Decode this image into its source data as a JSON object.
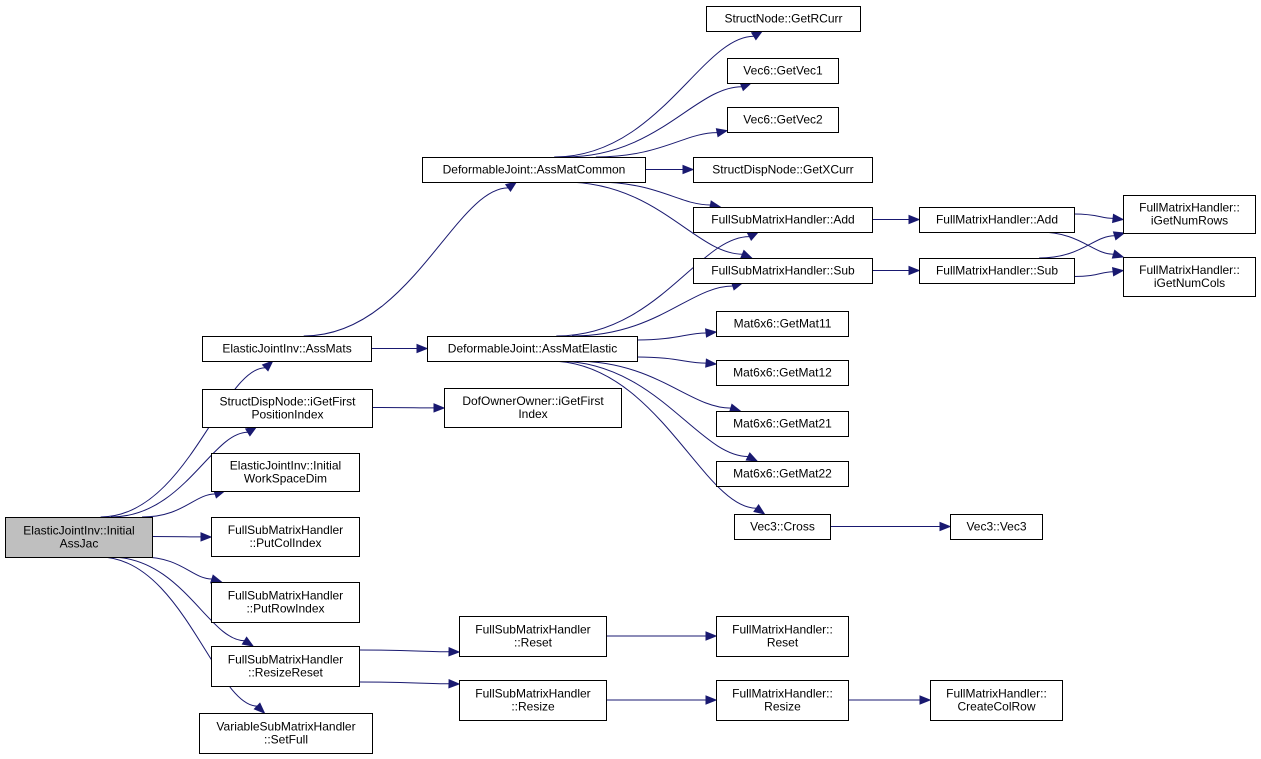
{
  "colors": {
    "edge": "#191970",
    "node_fill": "#ffffff",
    "root_fill": "#bfbfbf",
    "border": "#000000"
  },
  "nodes": {
    "n_root": {
      "lines": [
        "ElasticJointInv::Initial",
        "AssJac"
      ],
      "root": true
    },
    "n_assmats": {
      "lines": [
        "ElasticJointInv::AssMats"
      ]
    },
    "n_sdn_igfpi": {
      "lines": [
        "StructDispNode::iGetFirst",
        "PositionIndex"
      ]
    },
    "n_iwsd": {
      "lines": [
        "ElasticJointInv::Initial",
        "WorkSpaceDim"
      ]
    },
    "n_fsmh_pci": {
      "lines": [
        "FullSubMatrixHandler",
        "::PutColIndex"
      ]
    },
    "n_fsmh_pri": {
      "lines": [
        "FullSubMatrixHandler",
        "::PutRowIndex"
      ]
    },
    "n_fsmh_rr": {
      "lines": [
        "FullSubMatrixHandler",
        "::ResizeReset"
      ]
    },
    "n_vsmh_sf": {
      "lines": [
        "VariableSubMatrixHandler",
        "::SetFull"
      ]
    },
    "n_dj_amc": {
      "lines": [
        "DeformableJoint::AssMatCommon"
      ]
    },
    "n_dj_ame": {
      "lines": [
        "DeformableJoint::AssMatElastic"
      ]
    },
    "n_doo_igfi": {
      "lines": [
        "DofOwnerOwner::iGetFirst",
        "Index"
      ]
    },
    "n_fsmh_reset": {
      "lines": [
        "FullSubMatrixHandler",
        "::Reset"
      ]
    },
    "n_fsmh_resize": {
      "lines": [
        "FullSubMatrixHandler",
        "::Resize"
      ]
    },
    "n_sn_grc": {
      "lines": [
        "StructNode::GetRCurr"
      ]
    },
    "n_v6_gv1": {
      "lines": [
        "Vec6::GetVec1"
      ]
    },
    "n_v6_gv2": {
      "lines": [
        "Vec6::GetVec2"
      ]
    },
    "n_sdn_gxc": {
      "lines": [
        "StructDispNode::GetXCurr"
      ]
    },
    "n_fsmh_add": {
      "lines": [
        "FullSubMatrixHandler::Add"
      ]
    },
    "n_fsmh_sub": {
      "lines": [
        "FullSubMatrixHandler::Sub"
      ]
    },
    "n_m66_11": {
      "lines": [
        "Mat6x6::GetMat11"
      ]
    },
    "n_m66_12": {
      "lines": [
        "Mat6x6::GetMat12"
      ]
    },
    "n_m66_21": {
      "lines": [
        "Mat6x6::GetMat21"
      ]
    },
    "n_m66_22": {
      "lines": [
        "Mat6x6::GetMat22"
      ]
    },
    "n_v3_cross": {
      "lines": [
        "Vec3::Cross"
      ]
    },
    "n_fmh_reset": {
      "lines": [
        "FullMatrixHandler::",
        "Reset"
      ]
    },
    "n_fmh_resize": {
      "lines": [
        "FullMatrixHandler::",
        "Resize"
      ]
    },
    "n_fmh_add": {
      "lines": [
        "FullMatrixHandler::Add"
      ]
    },
    "n_fmh_sub": {
      "lines": [
        "FullMatrixHandler::Sub"
      ]
    },
    "n_v3_v3": {
      "lines": [
        "Vec3::Vec3"
      ]
    },
    "n_fmh_ccr": {
      "lines": [
        "FullMatrixHandler::",
        "CreateColRow"
      ]
    },
    "n_fmh_rows": {
      "lines": [
        "FullMatrixHandler::",
        "iGetNumRows"
      ]
    },
    "n_fmh_cols": {
      "lines": [
        "FullMatrixHandler::",
        "iGetNumCols"
      ]
    }
  },
  "edges": [
    [
      "n_root",
      "n_assmats"
    ],
    [
      "n_root",
      "n_sdn_igfpi"
    ],
    [
      "n_root",
      "n_iwsd"
    ],
    [
      "n_root",
      "n_fsmh_pci"
    ],
    [
      "n_root",
      "n_fsmh_pri"
    ],
    [
      "n_root",
      "n_fsmh_rr"
    ],
    [
      "n_root",
      "n_vsmh_sf"
    ],
    [
      "n_assmats",
      "n_dj_amc"
    ],
    [
      "n_assmats",
      "n_dj_ame"
    ],
    [
      "n_sdn_igfpi",
      "n_doo_igfi"
    ],
    [
      "n_fsmh_rr",
      "n_fsmh_reset"
    ],
    [
      "n_fsmh_rr",
      "n_fsmh_resize"
    ],
    [
      "n_dj_amc",
      "n_sn_grc"
    ],
    [
      "n_dj_amc",
      "n_v6_gv1"
    ],
    [
      "n_dj_amc",
      "n_v6_gv2"
    ],
    [
      "n_dj_amc",
      "n_sdn_gxc"
    ],
    [
      "n_dj_amc",
      "n_fsmh_add"
    ],
    [
      "n_dj_amc",
      "n_fsmh_sub"
    ],
    [
      "n_dj_ame",
      "n_fsmh_add"
    ],
    [
      "n_dj_ame",
      "n_fsmh_sub"
    ],
    [
      "n_dj_ame",
      "n_m66_11"
    ],
    [
      "n_dj_ame",
      "n_m66_12"
    ],
    [
      "n_dj_ame",
      "n_m66_21"
    ],
    [
      "n_dj_ame",
      "n_m66_22"
    ],
    [
      "n_dj_ame",
      "n_v3_cross"
    ],
    [
      "n_fsmh_reset",
      "n_fmh_reset"
    ],
    [
      "n_fsmh_resize",
      "n_fmh_resize"
    ],
    [
      "n_fsmh_add",
      "n_fmh_add"
    ],
    [
      "n_fsmh_sub",
      "n_fmh_sub"
    ],
    [
      "n_v3_cross",
      "n_v3_v3"
    ],
    [
      "n_fmh_resize",
      "n_fmh_ccr"
    ],
    [
      "n_fmh_add",
      "n_fmh_rows"
    ],
    [
      "n_fmh_add",
      "n_fmh_cols"
    ],
    [
      "n_fmh_sub",
      "n_fmh_rows"
    ],
    [
      "n_fmh_sub",
      "n_fmh_cols"
    ]
  ]
}
